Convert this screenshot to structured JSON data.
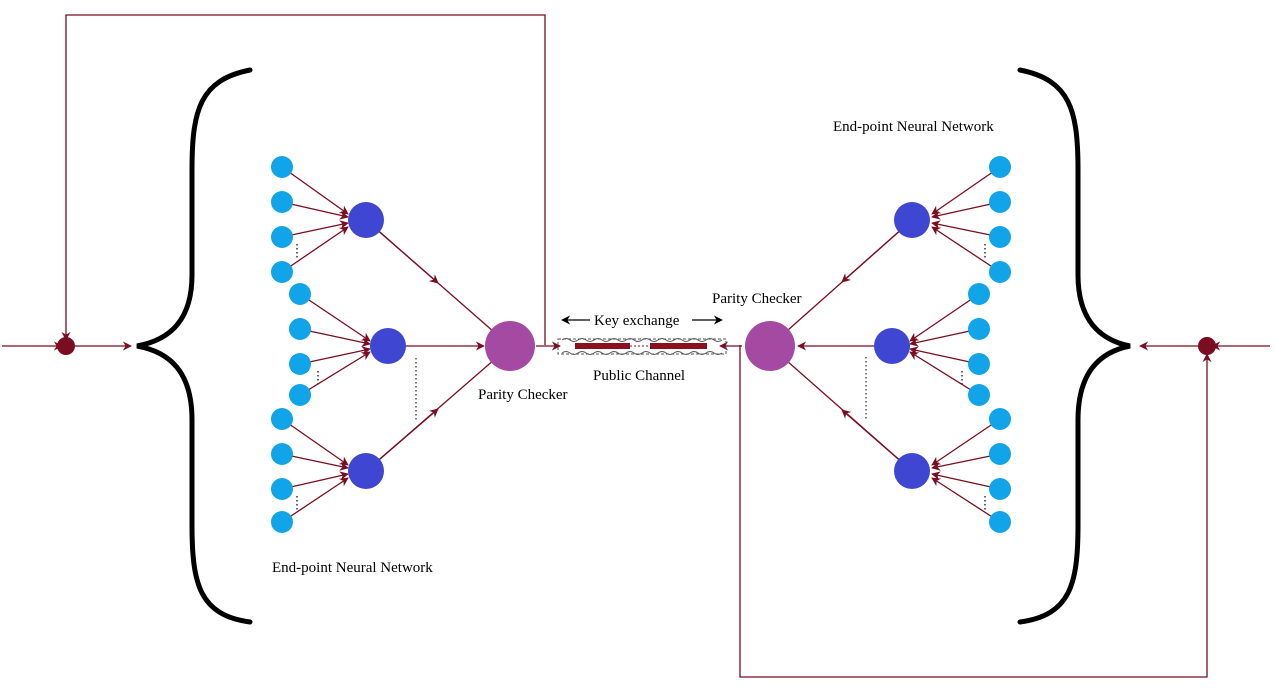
{
  "labels": {
    "left_network": "End-point Neural Network",
    "right_network": "End-point Neural Network",
    "left_parity": "Parity Checker",
    "right_parity": "Parity Checker",
    "key_exchange": "Key exchange",
    "public_channel": "Public Channel"
  },
  "colors": {
    "input_node": "#12a4e8",
    "hidden_node": "#3f46d2",
    "parity_node": "#a54aa3",
    "arrow": "#7a0d1f",
    "junction": "#7a0d1f",
    "brace": "#000000"
  },
  "structure": {
    "hidden_units_per_side": 3,
    "inputs_per_hidden_unit": 4
  }
}
